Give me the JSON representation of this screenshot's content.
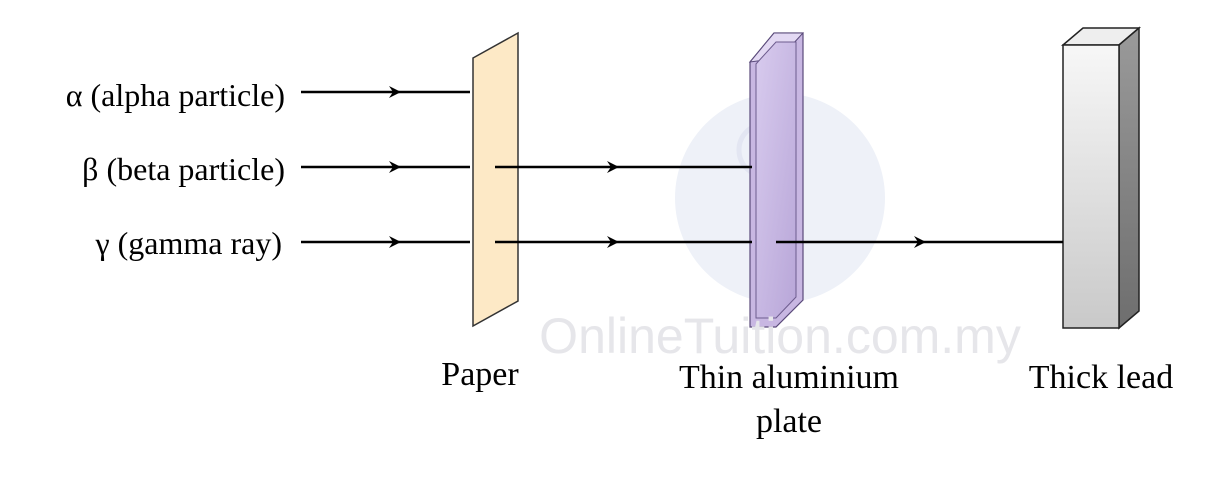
{
  "rays": {
    "alpha": {
      "label": "α (alpha particle)"
    },
    "beta": {
      "label": "β (beta particle)"
    },
    "gamma": {
      "label": "γ (gamma ray)"
    }
  },
  "materials": {
    "paper": {
      "label": "Paper",
      "color": "#fde9c6"
    },
    "aluminium": {
      "label_line1": "Thin aluminium",
      "label_line2": "plate",
      "color": "#c8b7e2"
    },
    "lead": {
      "label": "Thick lead",
      "color": "#d9d9d9"
    }
  },
  "watermark": {
    "text": "OnlineTuition.com.my"
  }
}
